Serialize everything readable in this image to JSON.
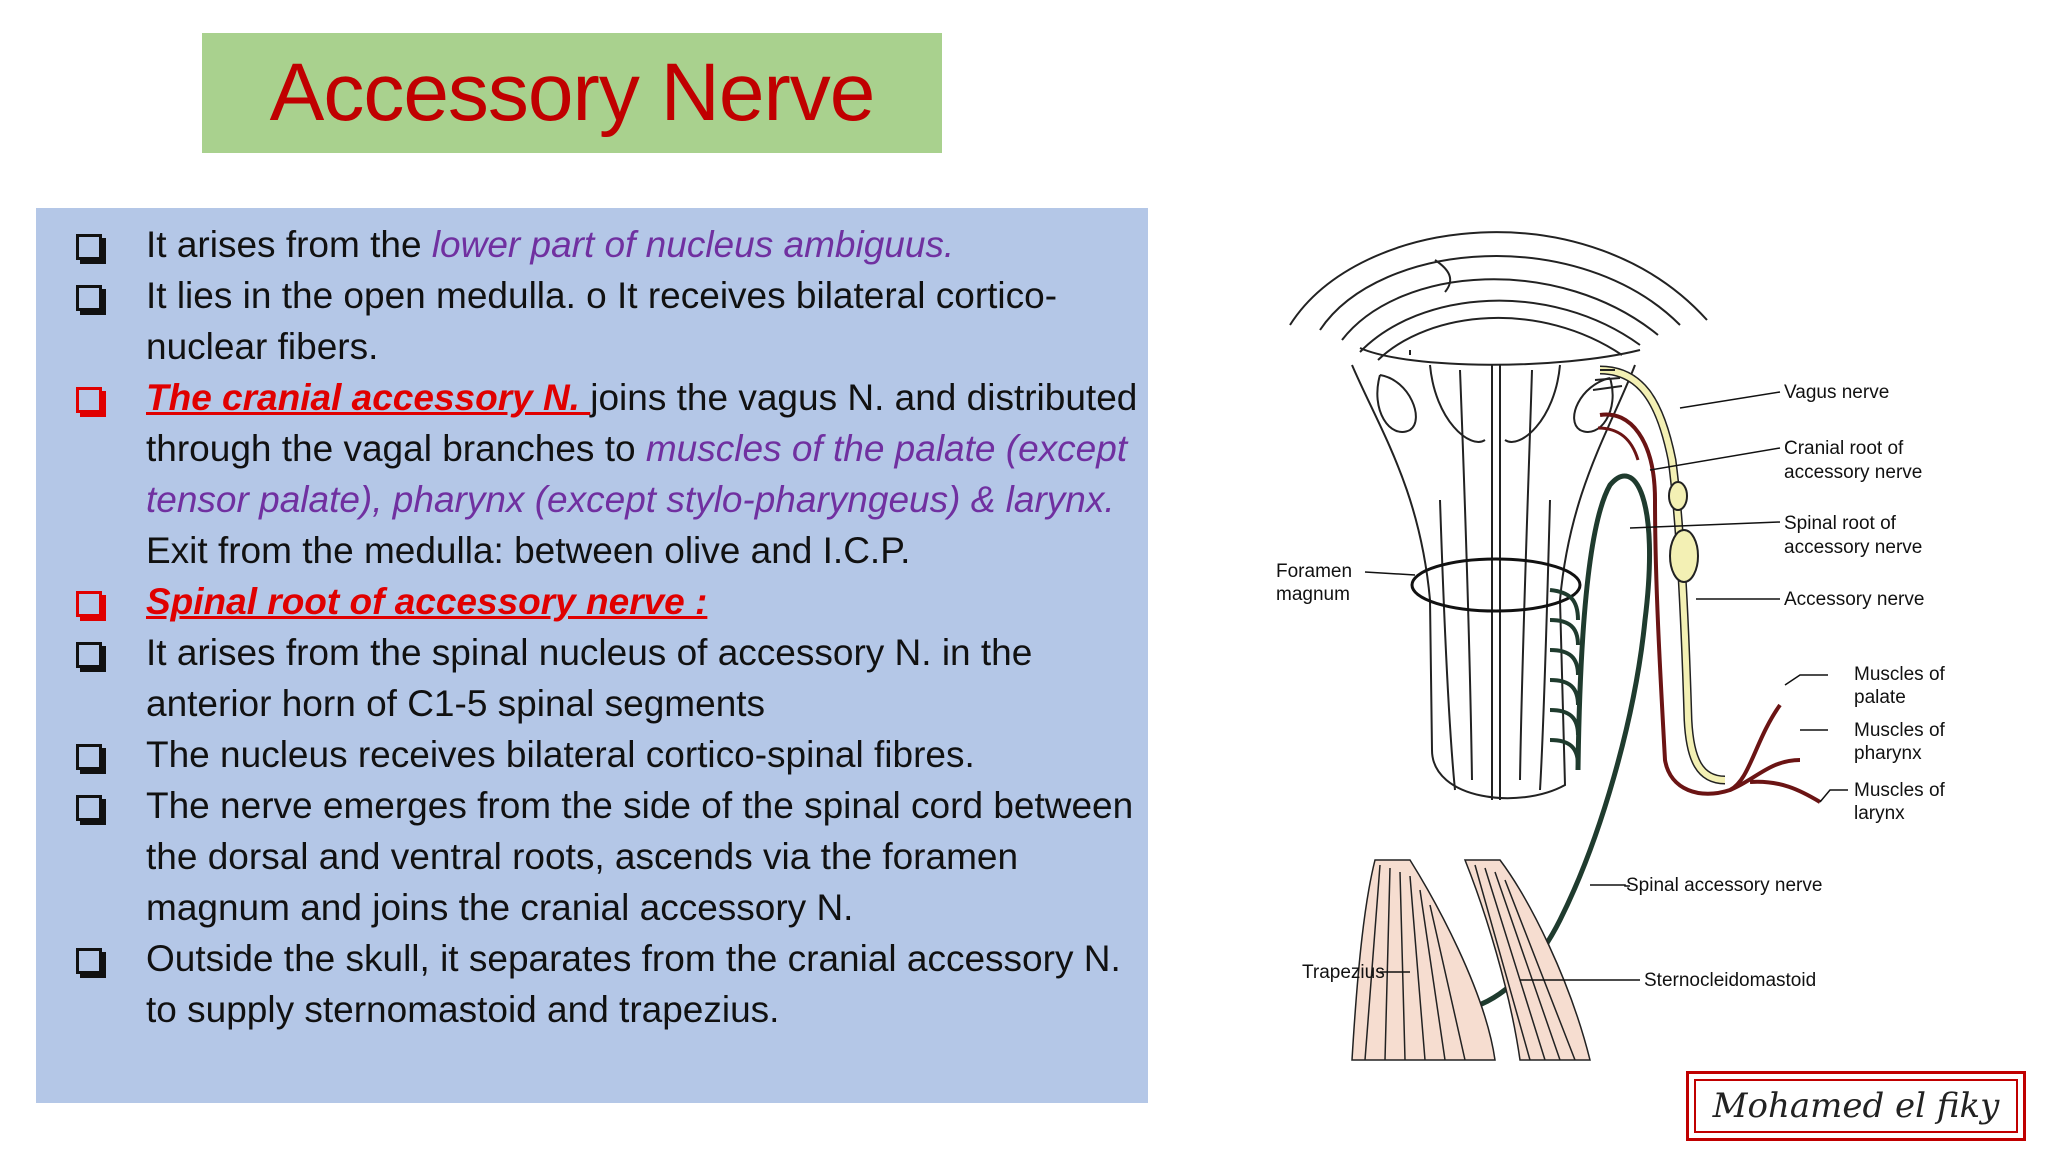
{
  "title": "Accessory Nerve",
  "bullets": [
    {
      "parts": [
        "It arises from the ",
        "lower part of nucleus ambiguus."
      ]
    },
    {
      "parts": [
        "It lies in the open medulla. o It receives bilateral cortico-nuclear fibers."
      ]
    },
    {
      "parts": [
        "The cranial accessory N. ",
        "joins the vagus N. and distributed through the vagal branches to ",
        "muscles of the palate (except tensor palate), pharynx (except stylo-pharyngeus) & larynx.",
        "  Exit from the medulla: between olive and I.C.P."
      ]
    },
    {
      "parts": [
        "Spinal root of accessory nerve :"
      ]
    },
    {
      "parts": [
        "It arises from the spinal nucleus of accessory N. in the anterior horn of C1-5 spinal segments"
      ]
    },
    {
      "parts": [
        "The nucleus receives bilateral cortico-spinal fibres."
      ]
    },
    {
      "parts": [
        "The nerve emerges from the side of the spinal cord between the dorsal and ventral roots, ascends via the foramen magnum and joins the cranial accessory N."
      ]
    },
    {
      "parts": [
        "Outside the skull, it separates from the cranial accessory N. to supply sternomastoid and trapezius."
      ]
    }
  ],
  "diagram": {
    "labels": {
      "vagus": "Vagus nerve",
      "cranial_root_1": "Cranial root of",
      "cranial_root_2": "accessory nerve",
      "spinal_root_1": "Spinal root of",
      "spinal_root_2": "accessory nerve",
      "accessory": "Accessory nerve",
      "foramen_1": "Foramen",
      "foramen_2": "magnum",
      "palate_1": "Muscles of",
      "palate_2": "palate",
      "pharynx_1": "Muscles of",
      "pharynx_2": "pharynx",
      "larynx_1": "Muscles of",
      "larynx_2": "larynx",
      "spinal_accessory": "Spinal accessory nerve",
      "trapezius": "Trapezius",
      "scm": "Sternocleidomastoid"
    },
    "colors": {
      "vagus": "#f3f0b4",
      "cranial": "#6b1414",
      "spinal": "#1f3b2e",
      "muscle": "#f6ddd0"
    }
  },
  "signature": "Mohamed el fiky"
}
